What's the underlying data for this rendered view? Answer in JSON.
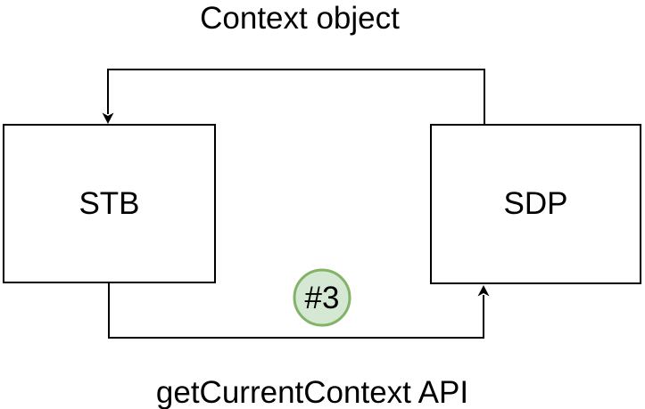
{
  "diagram": {
    "top_label": "Context object",
    "bottom_label": "getCurrentContext API",
    "nodes": [
      {
        "id": "stb",
        "label": "STB"
      },
      {
        "id": "sdp",
        "label": "SDP"
      }
    ],
    "badge": {
      "label": "#3",
      "fill_color": "#d5e8d4",
      "border_color": "#82b366"
    },
    "colors": {
      "line": "#000000",
      "node_fill": "#ffffff",
      "node_border": "#000000",
      "background": "#ffffff"
    }
  }
}
